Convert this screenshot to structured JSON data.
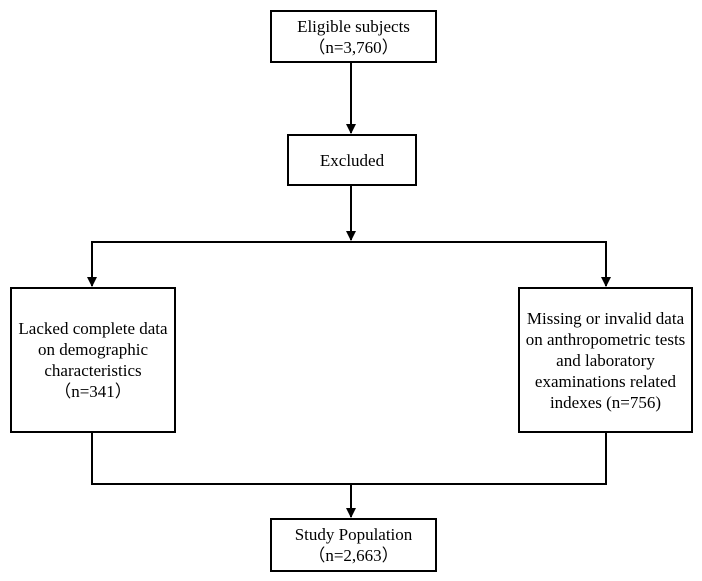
{
  "boxes": {
    "eligible": {
      "line1": "Eligible subjects",
      "line2": "（n=3,760）"
    },
    "excluded": {
      "line1": "Excluded"
    },
    "left": {
      "line1": "Lacked complete data",
      "line2": "on demographic",
      "line3": "characteristics",
      "line4": "（n=341）"
    },
    "right": {
      "line1": "Missing or invalid data",
      "line2": "on anthropometric tests",
      "line3": "and laboratory",
      "line4": "examinations related",
      "line5": "indexes (n=756)"
    },
    "study": {
      "line1": "Study Population",
      "line2": "（n=2,663）"
    }
  },
  "colors": {
    "line": "#000000",
    "background": "#ffffff"
  }
}
